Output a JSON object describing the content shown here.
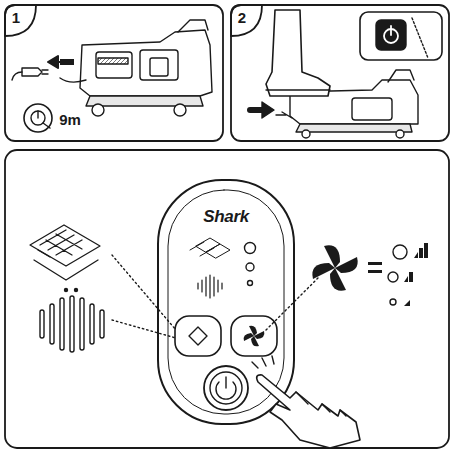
{
  "diagram": {
    "labels": [
      "1",
      "2",
      "9m",
      "Shark"
    ]
  }
}
